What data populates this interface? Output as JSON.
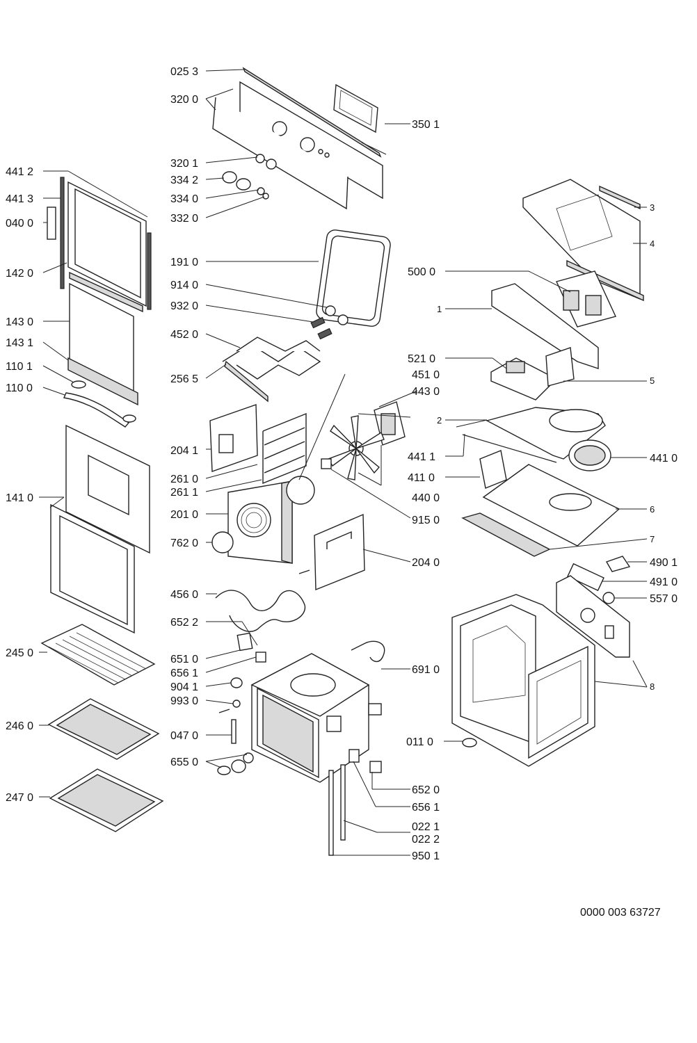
{
  "drawing_number": "0000 003 63727",
  "callouts": {
    "c0253": "025 3",
    "c3200": "320 0",
    "c3501": "350 1",
    "c3201": "320 1",
    "c3342": "334 2",
    "c3340": "334 0",
    "c3320": "332 0",
    "c1910": "191 0",
    "c9140": "914 0",
    "c9320": "932 0",
    "c4520": "452 0",
    "c2565": "256 5",
    "c2041": "204 1",
    "c2610": "261 0",
    "c2611": "261 1",
    "c2010": "201 0",
    "c7620": "762 0",
    "c4560": "456 0",
    "c6522": "652 2",
    "c6510": "651 0",
    "c6561a": "656 1",
    "c9041": "904 1",
    "c9930": "993 0",
    "c0470": "047 0",
    "c6550": "655 0",
    "c4412": "441 2",
    "c4413": "441 3",
    "c0400": "040 0",
    "c1420": "142 0",
    "c1430": "143 0",
    "c1431": "143 1",
    "c1101": "110 1",
    "c1100": "110 0",
    "c1410": "141 0",
    "c2450": "245 0",
    "c2460": "246 0",
    "c2470": "247 0",
    "c4510": "451 0",
    "c4430": "443 0",
    "c4400": "440 0",
    "c9150": "915 0",
    "c2040": "204 0",
    "c6910": "691 0",
    "c6520": "652 0",
    "c6561b": "656 1",
    "c0221": "022 1",
    "c0222": "022 2",
    "c9501": "950 1",
    "c3": "3",
    "c4": "4",
    "c5000": "500 0",
    "c1": "1",
    "c5210": "521 0",
    "c5": "5",
    "c2": "2",
    "c4411": "441 1",
    "c4410": "441 0",
    "c4110": "411 0",
    "c6": "6",
    "c7": "7",
    "c4901": "490 1",
    "c4910": "491 0",
    "c5570": "557 0",
    "c8": "8",
    "c0110": "011 0"
  }
}
